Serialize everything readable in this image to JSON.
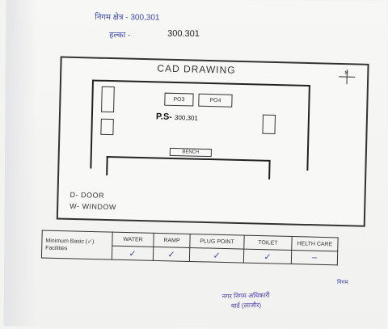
{
  "header": {
    "line1": "निगम क्षेत्र - 300,301",
    "line2_label": "हल्का -",
    "line2_value": "300.301"
  },
  "drawing": {
    "title": "CAD DRAWING",
    "rooms": [
      "PO3",
      "PO4"
    ],
    "ps_prefix": "P.S-",
    "ps_value": "300,301",
    "legend_door": "D- DOOR",
    "legend_window": "W- WINDOW",
    "bench_label": "BENCH"
  },
  "facilities": {
    "row_label": "Minimum Basic (✓) Facilities",
    "columns": [
      "WATER",
      "RAMP",
      "PLUG POINT",
      "TOILET",
      "HELTH CARE"
    ],
    "values": [
      "✓",
      "✓",
      "✓",
      "✓",
      "–"
    ]
  },
  "stamp": {
    "line1": "नगर निगम अधिकारी",
    "line2": "वार्ड (लाजौर)"
  },
  "signature_note": "निगम"
}
